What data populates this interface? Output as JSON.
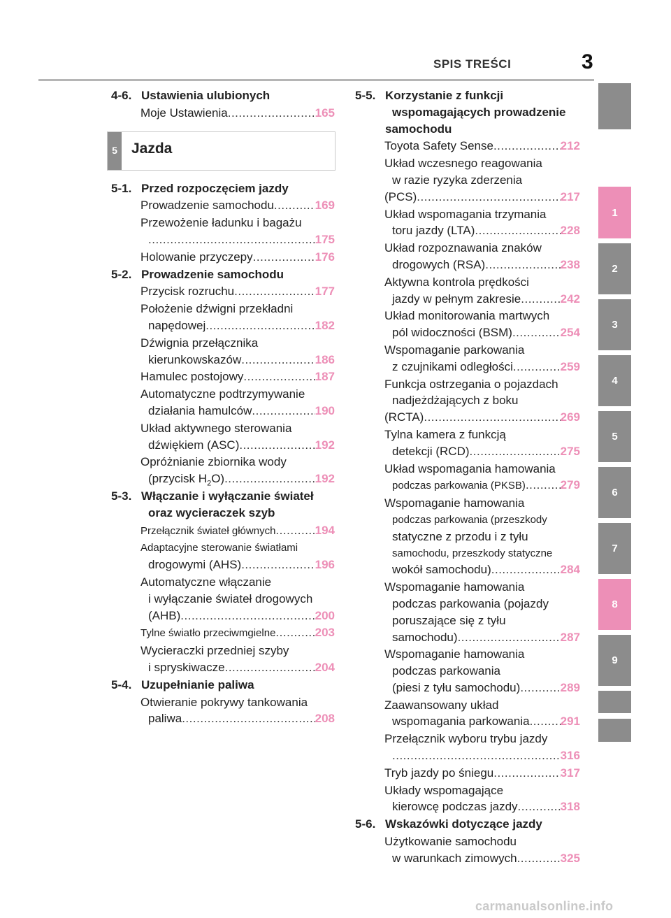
{
  "header": {
    "title": "SPIS TREŚCI",
    "page": "3"
  },
  "tabs": [
    {
      "label": "",
      "pink": false
    },
    {
      "label": "1",
      "pink": true
    },
    {
      "label": "2",
      "pink": false
    },
    {
      "label": "3",
      "pink": false
    },
    {
      "label": "4",
      "pink": false
    },
    {
      "label": "5",
      "pink": false
    },
    {
      "label": "6",
      "pink": false
    },
    {
      "label": "7",
      "pink": false
    },
    {
      "label": "8",
      "pink": true
    },
    {
      "label": "9",
      "pink": false
    },
    {
      "label": "",
      "pink": false
    },
    {
      "label": "",
      "pink": false
    }
  ],
  "chapter": {
    "num": "5",
    "title": "Jazda"
  },
  "left": {
    "s46": {
      "num": "4-6.",
      "title": "Ustawienia ulubionych"
    },
    "e46": [
      {
        "text": "Moje Ustawienia",
        "page": "165"
      }
    ],
    "s51": {
      "num": "5-1.",
      "title": "Przed rozpoczęciem jazdy"
    },
    "e51": {
      "a": {
        "text": "Prowadzenie samochodu",
        "page": "169"
      },
      "b": {
        "text1": "Przewożenie ładunku i bagażu",
        "page": "175"
      },
      "c": {
        "text": "Holowanie przyczepy",
        "page": "176"
      }
    },
    "s52": {
      "num": "5-2.",
      "title": "Prowadzenie samochodu"
    },
    "e52": {
      "a": {
        "text": "Przycisk rozruchu",
        "page": "177"
      },
      "b": {
        "text1": "Położenie dźwigni przekładni",
        "text2": "napędowej",
        "page": "182"
      },
      "c": {
        "text1": "Dźwignia przełącznika",
        "text2": "kierunkowskazów",
        "page": "186"
      },
      "d": {
        "text": "Hamulec postojowy",
        "page": "187"
      },
      "e": {
        "text1": "Automatyczne podtrzymywanie",
        "text2": "działania hamulców",
        "page": "190"
      },
      "f": {
        "text1": "Układ aktywnego sterowania",
        "text2": "dźwiękiem (ASC)",
        "page": "192"
      },
      "g": {
        "text1": "Opróżnianie zbiornika wody",
        "text2a": "(przycisk H",
        "sub": "2",
        "text2b": "O)",
        "page": "192"
      }
    },
    "s53": {
      "num": "5-3.",
      "title1": "Włączanie i wyłączanie świateł",
      "title2": "oraz wycieraczek szyb"
    },
    "e53": {
      "a": {
        "text": "Przełącznik świateł głównych",
        "page": "194"
      },
      "b": {
        "text1": "Adaptacyjne sterowanie światłami",
        "text2": "drogowymi (AHS)",
        "page": "196"
      },
      "c": {
        "text1": "Automatyczne włączanie",
        "text2": "i wyłączanie świateł drogowych",
        "text3": "(AHB)",
        "page": "200"
      },
      "d": {
        "text": "Tylne światło przeciwmgielne",
        "page": "203"
      },
      "e": {
        "text1": "Wycieraczki przedniej szyby",
        "text2": "i spryskiwacze",
        "page": "204"
      }
    },
    "s54": {
      "num": "5-4.",
      "title": "Uzupełnianie paliwa"
    },
    "e54": {
      "a": {
        "text1": "Otwieranie pokrywy tankowania",
        "text2": "paliwa",
        "page": "208"
      }
    }
  },
  "right": {
    "s55": {
      "num": "5-5.",
      "title1": "Korzystanie z funkcji",
      "title2": "wspomagających prowadzenie",
      "title3": "samochodu"
    },
    "e": {
      "a": {
        "text": "Toyota Safety Sense",
        "page": "212"
      },
      "b": {
        "text1": "Układ wczesnego reagowania",
        "text2": "w razie ryzyka zderzenia",
        "text3": "(PCS)",
        "page": "217"
      },
      "c": {
        "text1": "Układ wspomagania trzymania",
        "text2": "toru jazdy (LTA)",
        "page": "228"
      },
      "d": {
        "text1": "Układ rozpoznawania znaków",
        "text2": "drogowych (RSA)",
        "page": "238"
      },
      "e": {
        "text1": "Aktywna kontrola prędkości",
        "text2": "jazdy w pełnym zakresie",
        "page": "242"
      },
      "f": {
        "text1": "Układ monitorowania martwych",
        "text2": "pól widoczności (BSM)",
        "page": "254"
      },
      "g": {
        "text1": "Wspomaganie parkowania",
        "text2": "z czujnikami odległości",
        "page": "259"
      },
      "h": {
        "text1": "Funkcja ostrzegania o pojazdach",
        "text2": "nadjeżdżających z boku",
        "text3": "(RCTA)",
        "page": "269"
      },
      "i": {
        "text1": "Tylna kamera z funkcją",
        "text2": "detekcji (RCD)",
        "page": "275"
      },
      "j": {
        "text1": "Układ wspomagania hamowania",
        "text2": "podczas parkowania (PKSB)",
        "page": "279"
      },
      "k": {
        "text1": "Wspomaganie hamowania",
        "text2": "podczas parkowania (przeszkody",
        "text3": "statyczne z przodu i z tyłu",
        "text4": "samochodu, przeszkody statyczne",
        "text5": "wokół samochodu)",
        "page": "284"
      },
      "l": {
        "text1": "Wspomaganie hamowania",
        "text2": "podczas parkowania (pojazdy",
        "text3": "poruszające się z tyłu",
        "text4": "samochodu)",
        "page": "287"
      },
      "m": {
        "text1": "Wspomaganie hamowania",
        "text2": "podczas parkowania",
        "text3": "(piesi z tyłu samochodu)",
        "page": "289"
      },
      "n": {
        "text1": "Zaawansowany układ",
        "text2": "wspomagania parkowania",
        "page": "291"
      },
      "o": {
        "text1": "Przełącznik wyboru trybu jazdy",
        "page": "316"
      },
      "p": {
        "text": "Tryb jazdy po śniegu",
        "page": "317"
      },
      "q": {
        "text1": "Układy wspomagające",
        "text2": "kierowcę podczas jazdy",
        "page": "318"
      }
    },
    "s56": {
      "num": "5-6.",
      "title": "Wskazówki dotyczące jazdy"
    },
    "e56": {
      "a": {
        "text1": "Użytkowanie samochodu",
        "text2": "w warunkach zimowych",
        "page": "325"
      }
    }
  },
  "footer": "carmanualsonline.info"
}
